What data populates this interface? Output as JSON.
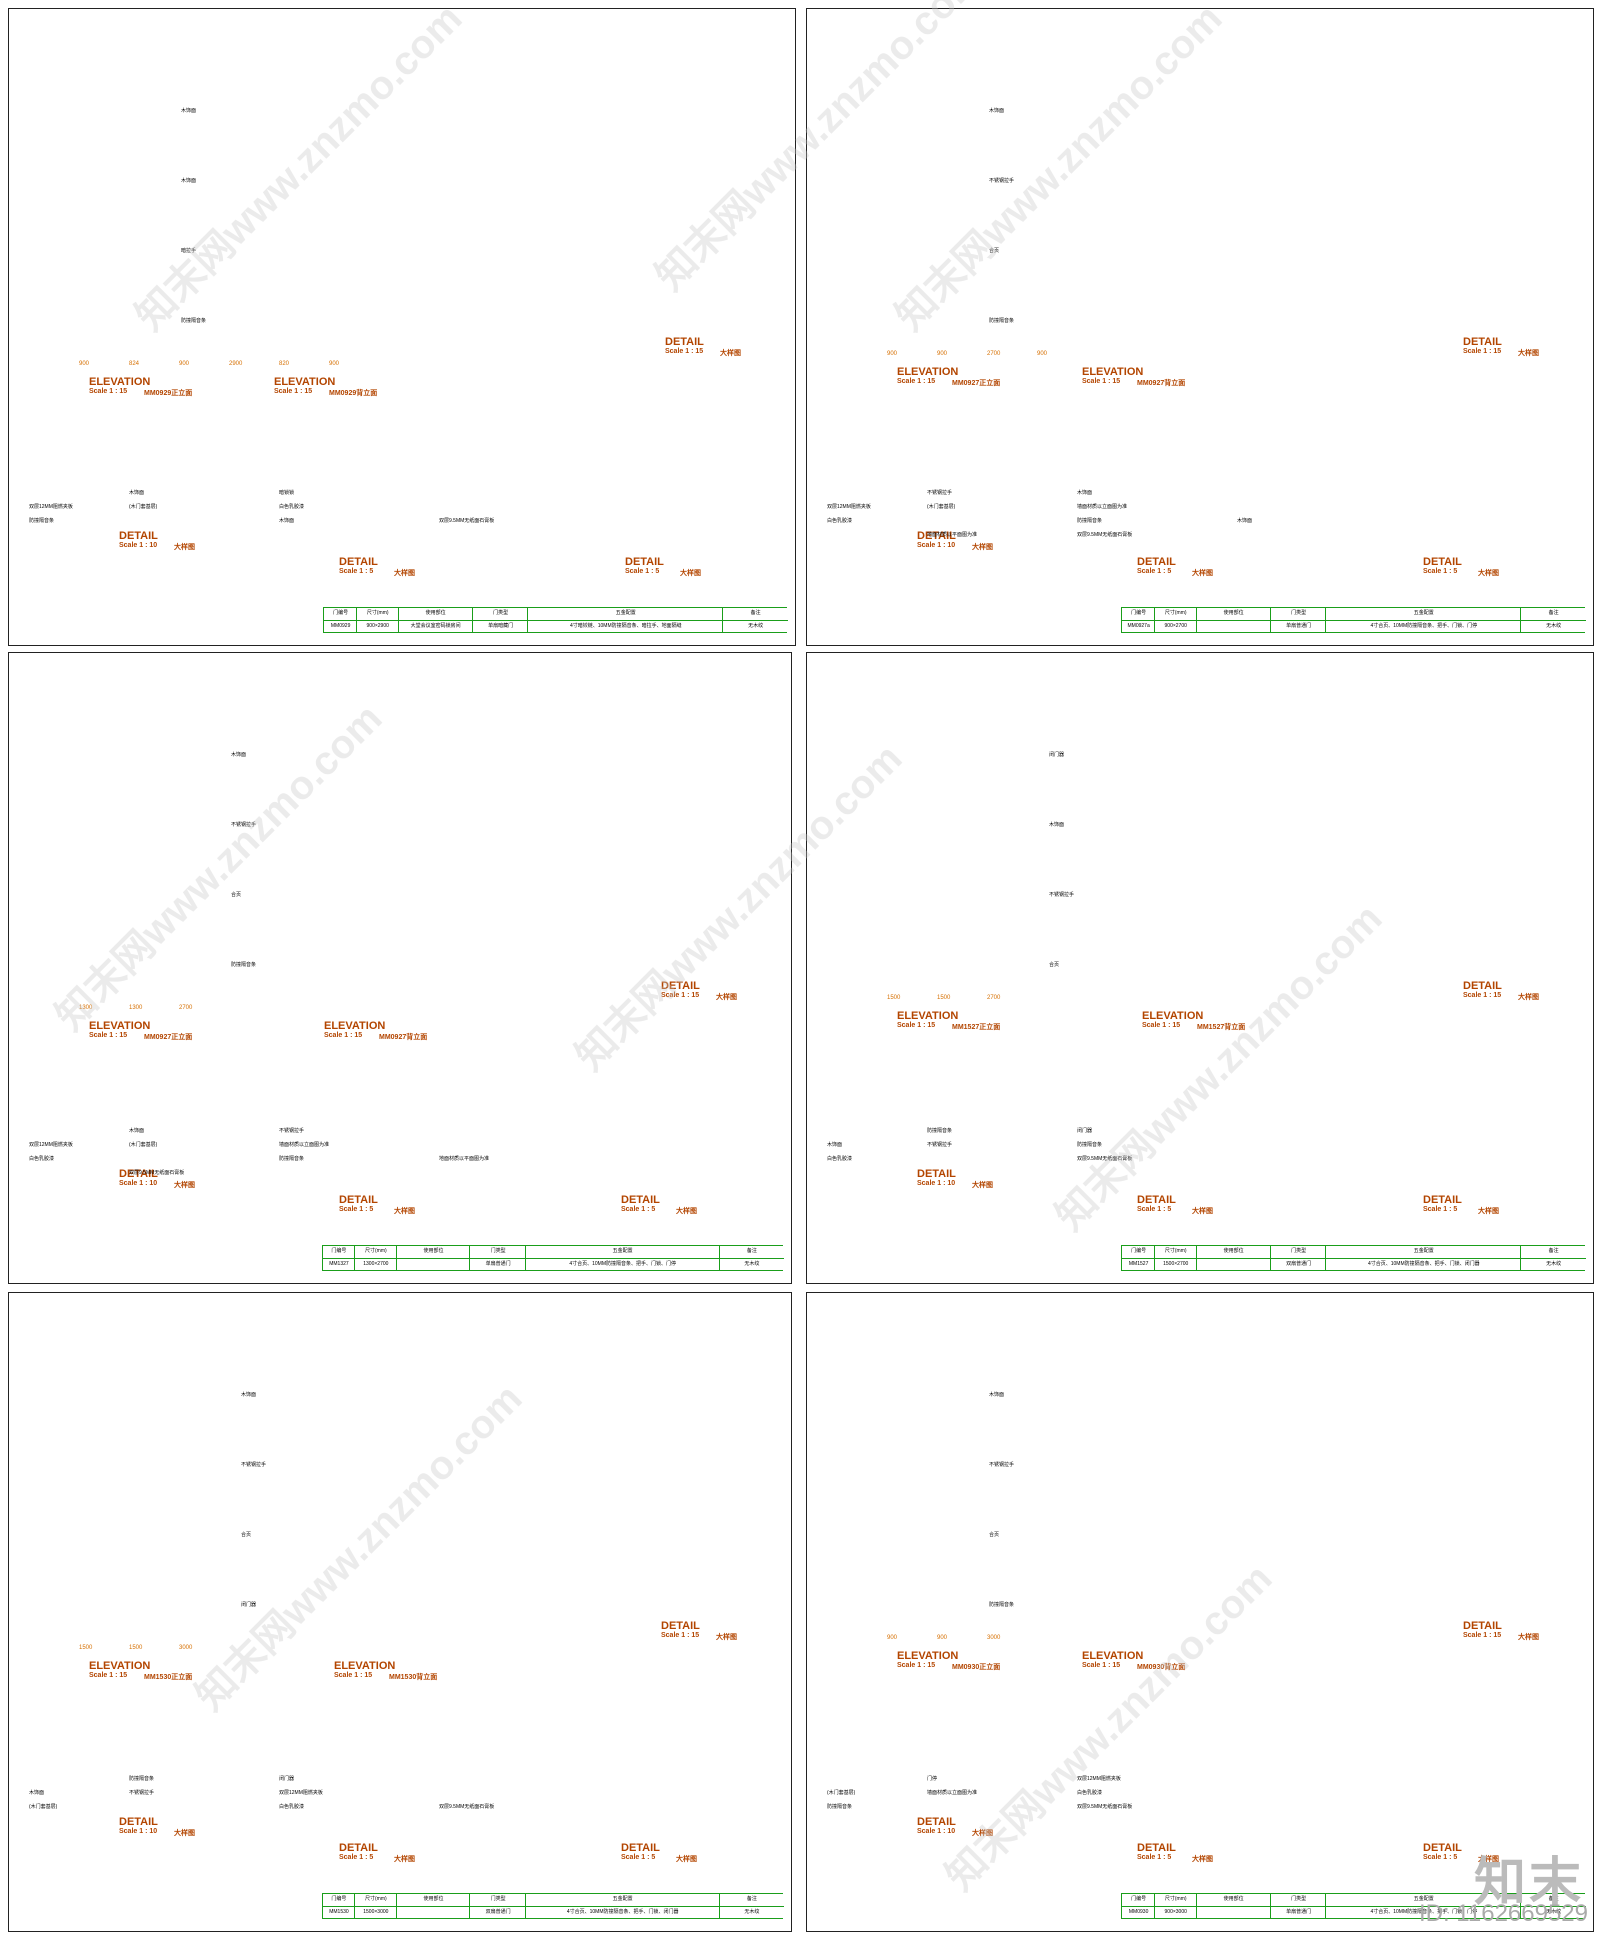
{
  "sheets": [
    {
      "elev_titles": [
        "ELEVATION",
        "ELEVATION",
        "DETAIL",
        "DETAIL",
        "DETAIL",
        "DETAIL"
      ],
      "scales": [
        "Scale 1 : 15",
        "MM0929正立面",
        "Scale 1 : 15",
        "MM0929背立面",
        "Scale 1 : 15",
        "大样图",
        "Scale 1 : 10",
        "大样图",
        "Scale 1 : 5",
        "大样图",
        "Scale 1 : 5",
        "大样图"
      ],
      "title_block": [
        "门编号",
        "尺寸(mm)",
        "使用部位",
        "门类型",
        "五金配置",
        "备注",
        "MM0929",
        "900×2900",
        "大堂会议室密码锁房间",
        "单扇暗藏门",
        "4寸暗铰链、10MM防撞隔音条、暗拉手、地面隔缝",
        "无木纹"
      ],
      "tags": [
        "木饰面",
        "木饰面",
        "暗拉手",
        "防撞隔音条",
        "木饰面",
        "暗锁锁",
        "双层12MM阻燃夹板",
        "(木门套基层)",
        "白色乳胶漆",
        "防撞隔音条",
        "木饰面",
        "双层9.5MM无纸面石膏板"
      ],
      "dims": [
        "900",
        "824",
        "900",
        "2900",
        "820",
        "900"
      ]
    },
    {
      "elev_titles": [
        "ELEVATION",
        "ELEVATION",
        "DETAIL",
        "DETAIL",
        "DETAIL",
        "DETAIL"
      ],
      "scales": [
        "Scale 1 : 15",
        "MM0927正立面",
        "Scale 1 : 15",
        "MM0927背立面",
        "Scale 1 : 15",
        "大样图",
        "Scale 1 : 10",
        "大样图",
        "Scale 1 : 5",
        "大样图",
        "Scale 1 : 5",
        "大样图"
      ],
      "title_block": [
        "门编号",
        "尺寸(mm)",
        "使用部位",
        "门类型",
        "五金配置",
        "备注",
        "MM0927a",
        "900×2700",
        "",
        "单扇普通门",
        "4寸合页、10MM防撞隔音条、把手、门锁、门停",
        "无木纹"
      ],
      "tags": [
        "木饰面",
        "不锈钢拉手",
        "合页",
        "防撞隔音条",
        "不锈钢拉手",
        "木饰面",
        "双层12MM阻燃夹板",
        "(木门套基层)",
        "墙面材质以立面图为准",
        "白色乳胶漆",
        "防撞隔音条",
        "木饰面",
        "地面材质以平面图为准",
        "双层9.5MM无纸面石膏板"
      ],
      "dims": [
        "900",
        "900",
        "2700",
        "900"
      ]
    },
    {
      "elev_titles": [
        "ELEVATION",
        "ELEVATION",
        "DETAIL",
        "DETAIL",
        "DETAIL",
        "DETAIL"
      ],
      "scales": [
        "Scale 1 : 15",
        "MM0927正立面",
        "Scale 1 : 15",
        "MM0927背立面",
        "Scale 1 : 15",
        "大样图",
        "Scale 1 : 10",
        "大样图",
        "Scale 1 : 5",
        "大样图",
        "Scale 1 : 5",
        "大样图"
      ],
      "title_block": [
        "门编号",
        "尺寸(mm)",
        "使用部位",
        "门类型",
        "五金配置",
        "备注",
        "MM1327",
        "1300×2700",
        "",
        "单扇普通门",
        "4寸合页、10MM防撞隔音条、把手、门锁、门停",
        "无木纹"
      ],
      "tags": [
        "木饰面",
        "不锈钢拉手",
        "合页",
        "防撞隔音条",
        "木饰面",
        "不锈钢拉手",
        "双层12MM阻燃夹板",
        "(木门套基层)",
        "墙面材质以立面图为准",
        "白色乳胶漆",
        "防撞隔音条",
        "地面材质以平面图为准",
        "双层9.5MM无纸面石膏板"
      ],
      "dims": [
        "1300",
        "1300",
        "2700"
      ]
    },
    {
      "elev_titles": [
        "ELEVATION",
        "ELEVATION",
        "DETAIL",
        "DETAIL",
        "DETAIL",
        "DETAIL"
      ],
      "scales": [
        "Scale 1 : 15",
        "MM1527正立面",
        "Scale 1 : 15",
        "MM1527背立面",
        "Scale 1 : 15",
        "大样图",
        "Scale 1 : 10",
        "大样图",
        "Scale 1 : 5",
        "大样图",
        "Scale 1 : 5",
        "大样图"
      ],
      "title_block": [
        "门编号",
        "尺寸(mm)",
        "使用部位",
        "门类型",
        "五金配置",
        "备注",
        "MM1527",
        "1500×2700",
        "",
        "双扇普通门",
        "4寸合页、10MM防撞隔音条、把手、门锁、闭门器",
        "无木纹"
      ],
      "tags": [
        "闭门器",
        "木饰面",
        "不锈钢拉手",
        "合页",
        "防撞隔音条",
        "闭门器",
        "木饰面",
        "不锈钢拉手",
        "防撞隔音条",
        "白色乳胶漆",
        "双层9.5MM无纸面石膏板"
      ],
      "dims": [
        "1500",
        "1500",
        "2700"
      ]
    },
    {
      "elev_titles": [
        "ELEVATION",
        "ELEVATION",
        "DETAIL",
        "DETAIL",
        "DETAIL",
        "DETAIL"
      ],
      "scales": [
        "Scale 1 : 15",
        "MM1530正立面",
        "Scale 1 : 15",
        "MM1530背立面",
        "Scale 1 : 15",
        "大样图",
        "Scale 1 : 10",
        "大样图",
        "Scale 1 : 5",
        "大样图",
        "Scale 1 : 5",
        "大样图"
      ],
      "title_block": [
        "门编号",
        "尺寸(mm)",
        "使用部位",
        "门类型",
        "五金配置",
        "备注",
        "MM1530",
        "1500×3000",
        "",
        "双扇普通门",
        "4寸合页、10MM防撞隔音条、把手、门锁、闭门器",
        "无木纹"
      ],
      "tags": [
        "木饰面",
        "不锈钢拉手",
        "合页",
        "闭门器",
        "防撞隔音条",
        "闭门器",
        "木饰面",
        "不锈钢拉手",
        "双层12MM阻燃夹板",
        "(木门套基层)",
        "白色乳胶漆",
        "双层9.5MM无纸面石膏板"
      ],
      "dims": [
        "1500",
        "1500",
        "3000"
      ]
    },
    {
      "elev_titles": [
        "ELEVATION",
        "ELEVATION",
        "DETAIL",
        "DETAIL",
        "DETAIL",
        "DETAIL"
      ],
      "scales": [
        "Scale 1 : 15",
        "MM0930正立面",
        "Scale 1 : 15",
        "MM0930背立面",
        "Scale 1 : 15",
        "大样图",
        "Scale 1 : 10",
        "大样图",
        "Scale 1 : 5",
        "大样图",
        "Scale 1 : 5",
        "大样图"
      ],
      "title_block": [
        "门编号",
        "尺寸(mm)",
        "使用部位",
        "门类型",
        "五金配置",
        "备注",
        "MM0930",
        "900×3000",
        "",
        "单扇普通门",
        "4寸合页、10MM防撞隔音条、把手、门锁、门停",
        "无木纹"
      ],
      "tags": [
        "木饰面",
        "不锈钢拉手",
        "合页",
        "防撞隔音条",
        "门停",
        "双层12MM阻燃夹板",
        "(木门套基层)",
        "墙面材质以立面图为准",
        "白色乳胶漆",
        "防撞隔音条",
        "双层9.5MM无纸面石膏板"
      ],
      "dims": [
        "900",
        "900",
        "3000"
      ]
    }
  ],
  "watermark": "知末网www.znzmo.com",
  "brand": "知末",
  "id_text": "ID: 1162669529"
}
